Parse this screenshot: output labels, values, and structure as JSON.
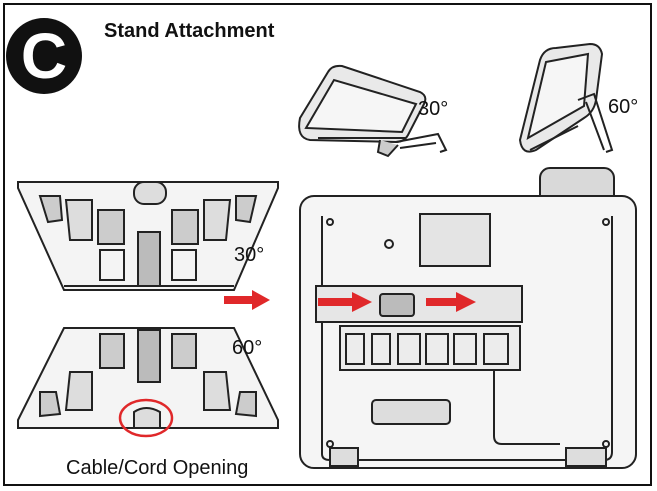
{
  "section": {
    "badge_letter": "C",
    "title": "Stand Attachment"
  },
  "labels": {
    "angle_30_side": "30°",
    "angle_60_side": "60°",
    "angle_30_stand": "30°",
    "angle_60_stand": "60°",
    "cable_opening": "Cable/Cord Opening"
  },
  "colors": {
    "arrow": "#e0282a",
    "highlight_circle": "#e0282a",
    "line": "#222222"
  }
}
